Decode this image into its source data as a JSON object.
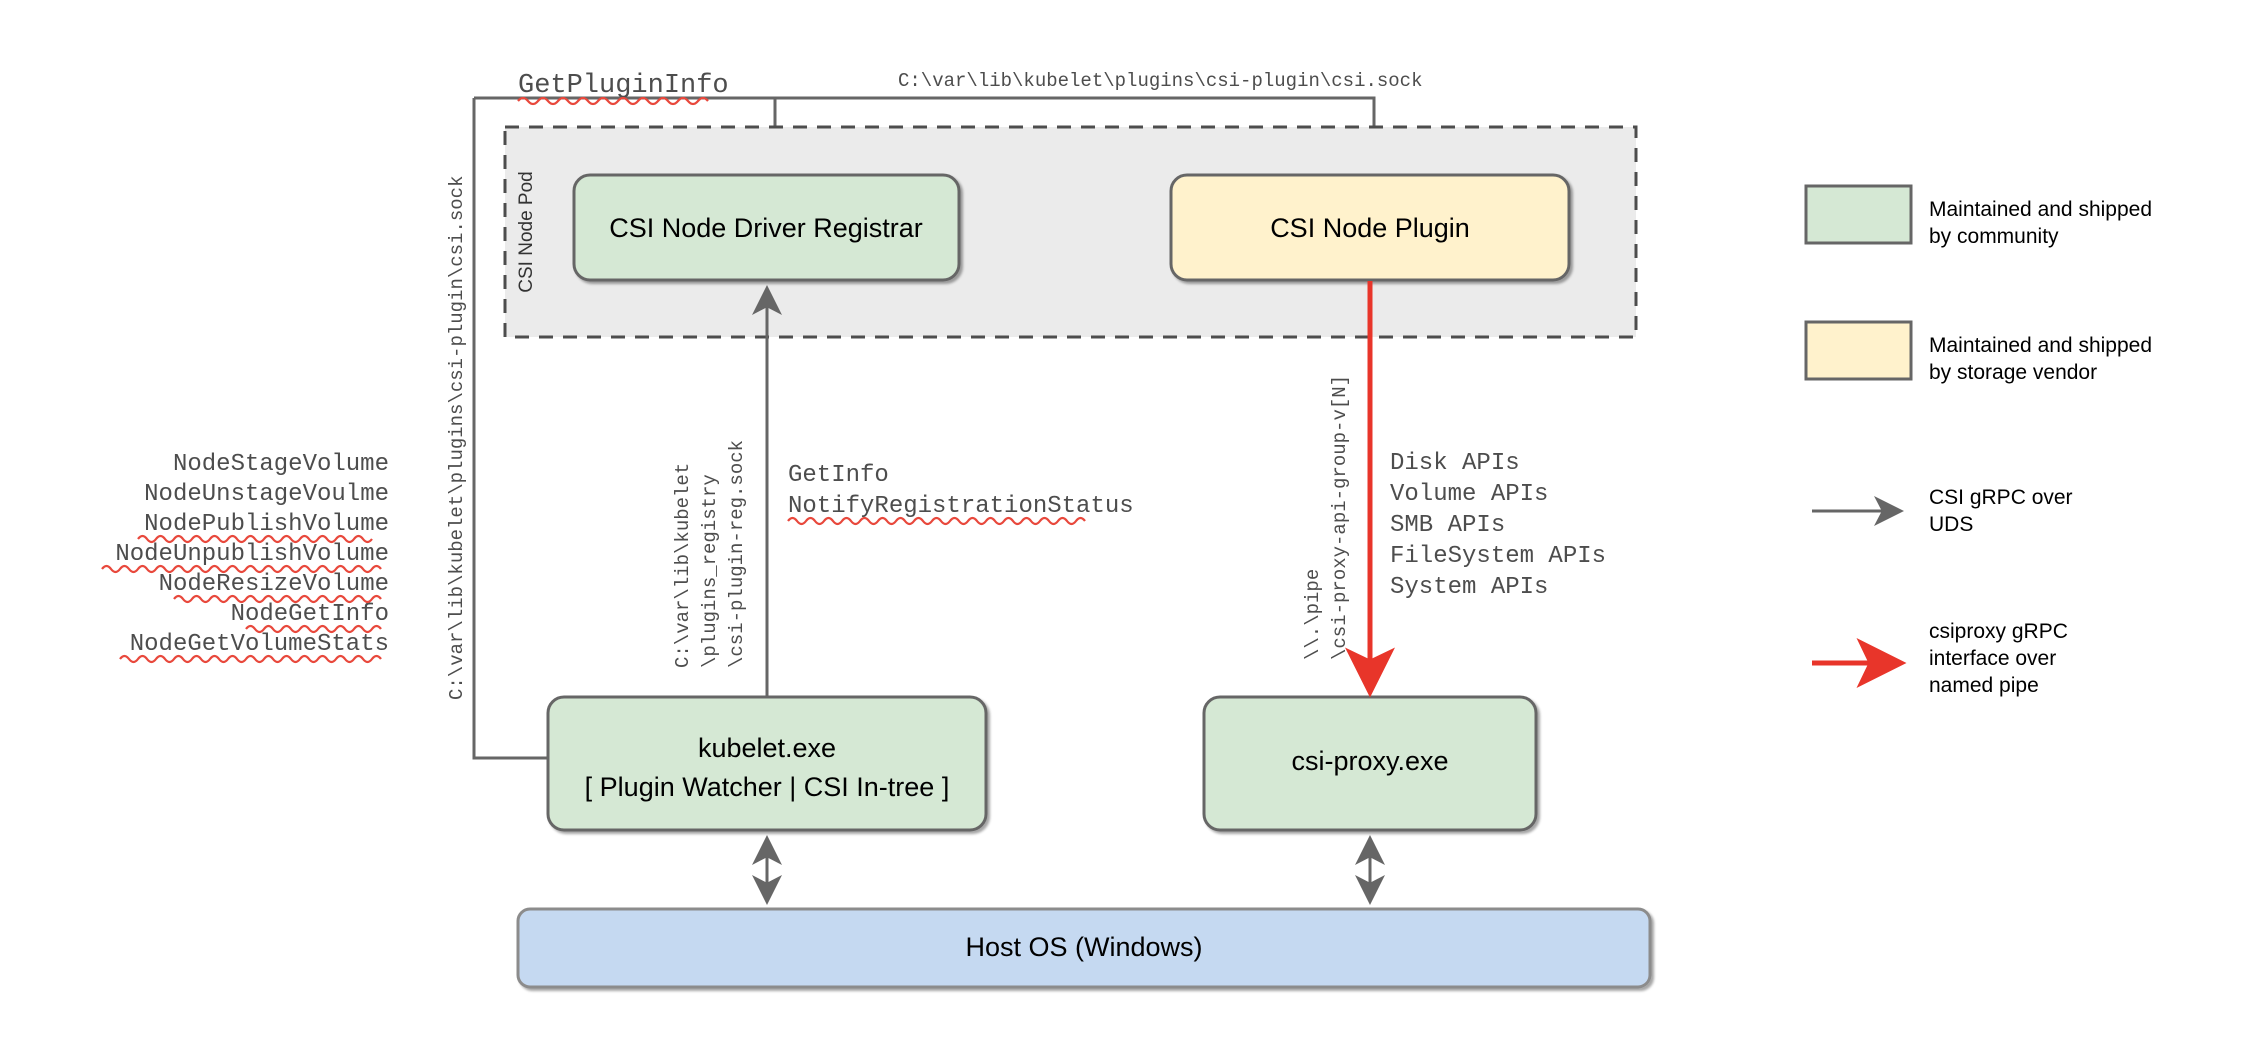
{
  "diagram": {
    "title_label": "GetPluginInfo",
    "top_socket_path": "C:\\var\\lib\\kubelet\\plugins\\csi-plugin\\csi.sock",
    "pod": {
      "label": "CSI Node Pod"
    },
    "boxes": {
      "registrar": {
        "label": "CSI Node Driver Registrar",
        "fill": "#d5e8d4",
        "stroke": "#666666"
      },
      "node_plugin": {
        "label": "CSI Node Plugin",
        "fill": "#fff2cc",
        "stroke": "#666666"
      },
      "kubelet": {
        "line1": "kubelet.exe",
        "line2": "[ Plugin Watcher | CSI In-tree ]",
        "fill": "#d5e8d4",
        "stroke": "#666666"
      },
      "csi_proxy": {
        "label": "csi-proxy.exe",
        "fill": "#d5e8d4",
        "stroke": "#666666"
      },
      "host_os": {
        "label": "Host OS (Windows)",
        "fill": "#c5d9f1",
        "stroke": "#8c8c8c"
      }
    },
    "node_apis": [
      "NodeStageVolume",
      "NodeUnstageVoulme",
      "NodePublishVolume",
      "NodeUnpublishVolume",
      "NodeResizeVolume",
      "NodeGetInfo",
      "NodeGetVolumeStats"
    ],
    "csi_proxy_apis": [
      "Disk APIs",
      "Volume APIs",
      "SMB APIs",
      "FileSystem APIs",
      "System APIs"
    ],
    "edge_labels": {
      "kubelet_csi_sock": "C:\\var\\lib\\kubelet\\plugins\\csi-plugin\\csi.sock",
      "registry_sock": [
        "C:\\var\\lib\\kubelet",
        "\\plugins_registry",
        "\\csi-plugin-reg.sock"
      ],
      "registration_rpcs": [
        "GetInfo",
        "NotifyRegistrationStatus"
      ],
      "named_pipe": [
        "\\\\.\\pipe",
        "\\csi-proxy-api-group-v[N]"
      ]
    },
    "legend": {
      "items": [
        {
          "type": "swatch",
          "color": "#d5e8d4",
          "stroke": "#666666",
          "line1": "Maintained and shipped",
          "line2": "by community",
          "line3": ""
        },
        {
          "type": "swatch",
          "color": "#fff2cc",
          "stroke": "#666666",
          "line1": "Maintained and shipped",
          "line2": "by storage vendor",
          "line3": ""
        },
        {
          "type": "arrow",
          "color": "#666666",
          "line1": "CSI gRPC over",
          "line2": "UDS",
          "line3": ""
        },
        {
          "type": "arrow",
          "color": "#e8352a",
          "line1": "csiproxy gRPC",
          "line2": "interface over",
          "line3": "named pipe"
        }
      ]
    },
    "colors": {
      "arrow_gray": "#666666",
      "arrow_red": "#e8352a",
      "pod_fill": "#ebebeb",
      "spellcheck_underline": "#e8483c"
    }
  }
}
